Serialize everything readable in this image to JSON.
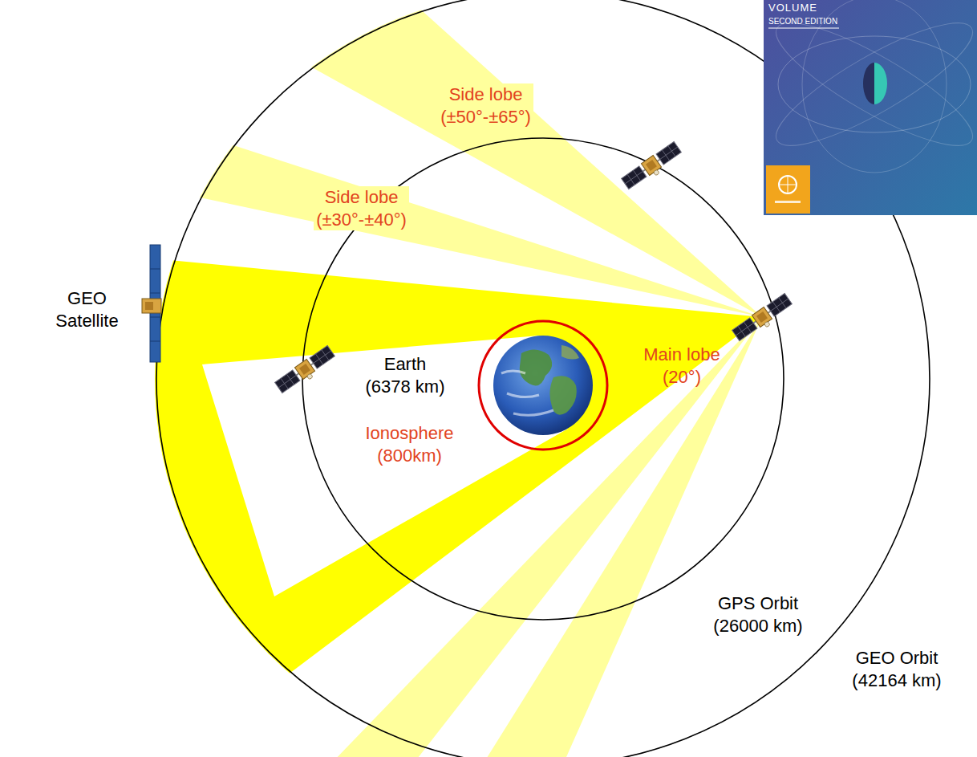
{
  "diagram": {
    "labels": [
      "Side lobe (±50°-±65°)",
      "Side lobe (±30°-±40°)",
      "GEO Satellite",
      "Earth (6378 km)",
      "Ionosphere (800km)",
      "Main lobe (20°)",
      "GPS Orbit (26000 km)",
      "GEO Orbit (42164 km)",
      "VOLUME",
      "SECOND EDITION"
    ]
  }
}
